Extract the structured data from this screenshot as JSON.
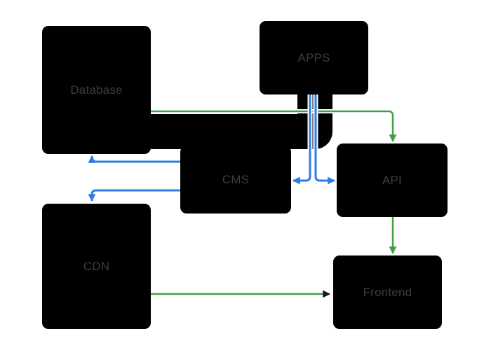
{
  "diagram": {
    "nodes": {
      "database": {
        "label": "Database"
      },
      "apps": {
        "label": "APPS"
      },
      "cms": {
        "label": "CMS"
      },
      "api": {
        "label": "API"
      },
      "cdn": {
        "label": "CDN"
      },
      "frontend": {
        "label": "Frontend"
      }
    },
    "edges": [
      {
        "from": "database",
        "to": "apps",
        "style": "thick-black-pipe"
      },
      {
        "from": "database",
        "to": "api",
        "color": "green",
        "arrow": "into-api-top"
      },
      {
        "from": "api",
        "to": "frontend",
        "color": "green",
        "arrow": "into-frontend-top"
      },
      {
        "from": "cdn",
        "to": "frontend",
        "color": "green",
        "arrow": "dark-into-frontend-left"
      },
      {
        "from": "apps",
        "to": "cms",
        "color": "blue",
        "arrow": "into-cms-right"
      },
      {
        "from": "apps",
        "to": "api",
        "color": "blue",
        "arrow": "into-api-left"
      },
      {
        "from": "cms",
        "to": "database",
        "color": "blue",
        "arrow": "into-database-bottom"
      },
      {
        "from": "cms",
        "to": "cdn",
        "color": "blue",
        "arrow": "into-cdn-top"
      }
    ]
  },
  "colors": {
    "background": "#ffffff",
    "node_fill": "#000000",
    "node_text": "#3d3d3d",
    "edge_green": "#43a047",
    "edge_blue": "#2b7ce9",
    "edge_black": "#000000",
    "arrow_dark": "#1a1a1a",
    "casing_white": "#ffffff"
  }
}
